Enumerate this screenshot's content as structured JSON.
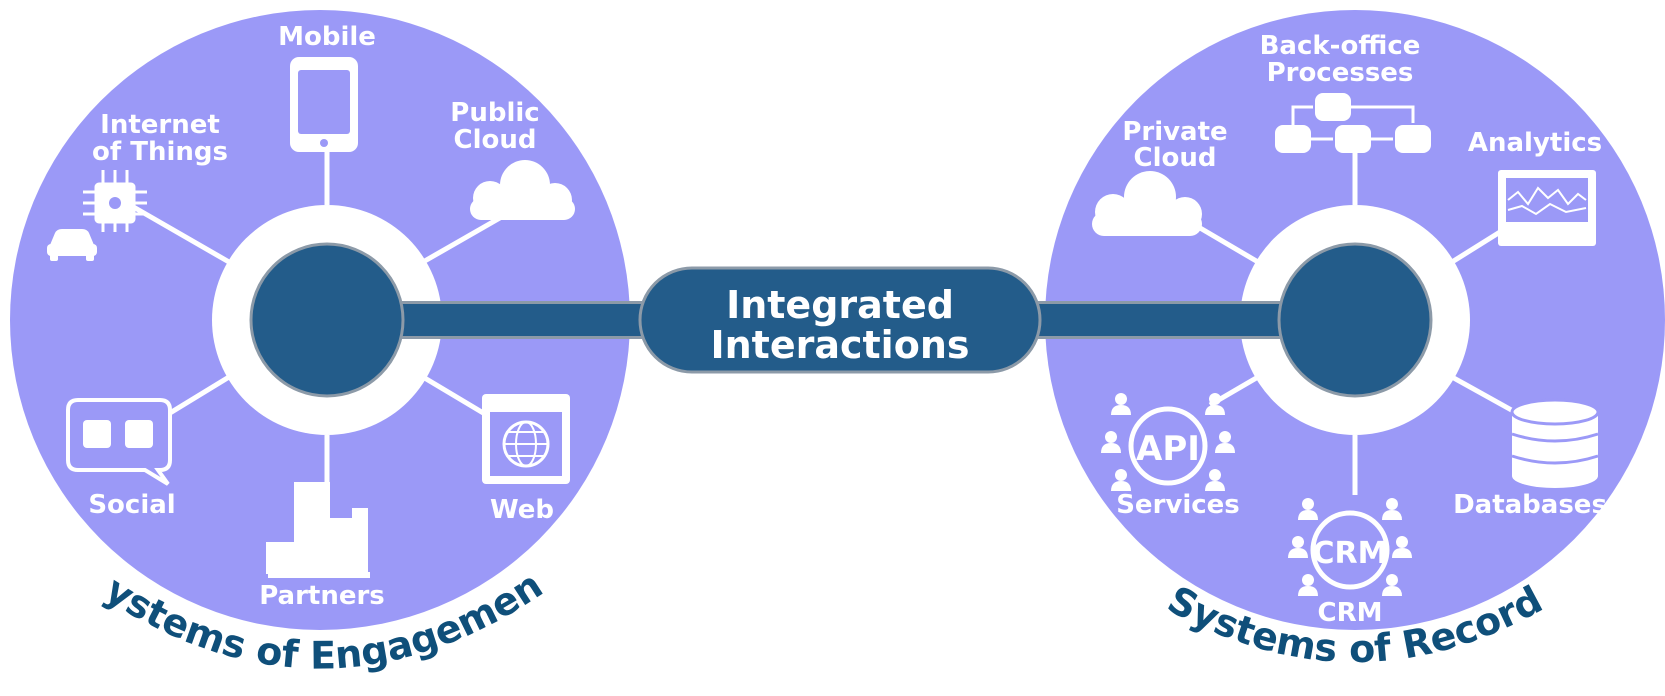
{
  "colors": {
    "hub_fill": "#9b99f7",
    "core_fill": "#235c8a",
    "ring": "#ffffff",
    "label": "#ffffff",
    "arc_title": "#0f4f7a"
  },
  "center": {
    "line1": "Integrated",
    "line2": "Interactions"
  },
  "left_hub": {
    "title": "Systems of Engagement",
    "nodes": {
      "mobile": {
        "label": "Mobile",
        "icon": "mobile-phone-icon"
      },
      "public_cloud": {
        "line1": "Public",
        "line2": "Cloud",
        "icon": "cloud-icon"
      },
      "iot": {
        "line1": "Internet",
        "line2": "of Things",
        "icon": "chip-icon"
      },
      "social": {
        "label": "Social",
        "icon": "social-bubble-icon"
      },
      "partners": {
        "label": "Partners",
        "icon": "buildings-icon"
      },
      "web": {
        "label": "Web",
        "icon": "browser-globe-icon"
      }
    }
  },
  "right_hub": {
    "title": "Systems of Record",
    "nodes": {
      "back_office": {
        "line1": "Back-office",
        "line2": "Processes",
        "icon": "process-flow-icon"
      },
      "private_cloud": {
        "line1": "Private",
        "line2": "Cloud",
        "icon": "cloud-icon"
      },
      "analytics": {
        "label": "Analytics",
        "icon": "analytics-screen-icon"
      },
      "services": {
        "label": "Services",
        "icon_text": "API",
        "icon": "api-people-icon"
      },
      "crm": {
        "label": "CRM",
        "icon_text": "CRM",
        "icon": "crm-people-icon"
      },
      "databases": {
        "label": "Databases",
        "icon": "database-icon"
      }
    }
  }
}
